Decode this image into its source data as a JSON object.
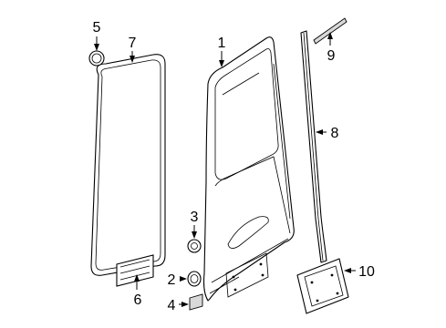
{
  "callouts": {
    "c1": "1",
    "c2": "2",
    "c3": "3",
    "c4": "4",
    "c5": "5",
    "c6": "6",
    "c7": "7",
    "c8": "8",
    "c9": "9",
    "c10": "10"
  },
  "colors": {
    "line": "#000000",
    "background": "#ffffff",
    "shade": "#d9d9d9"
  }
}
